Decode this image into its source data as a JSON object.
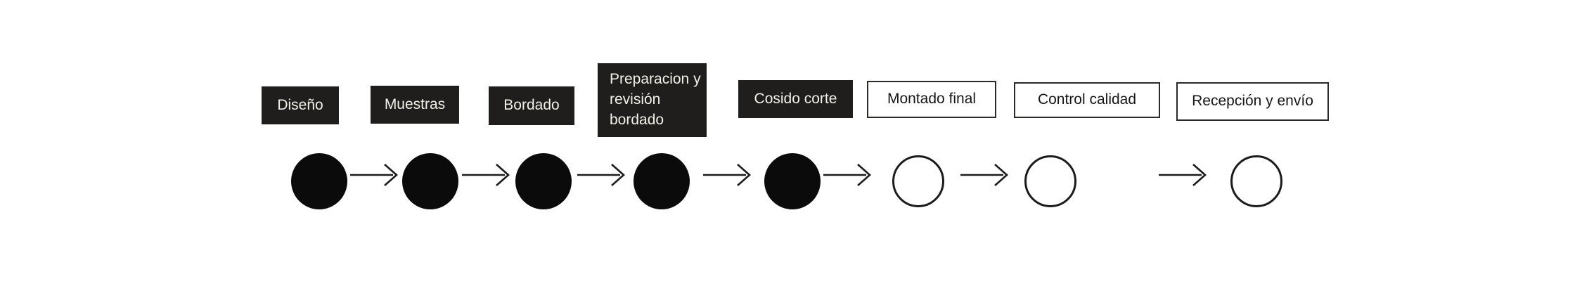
{
  "diagram": {
    "type": "process-flow",
    "direction": "left-to-right",
    "colors": {
      "completed_box_bg": "#201e1c",
      "completed_box_text": "#f2f0e9",
      "pending_box_bg": "#ffffff",
      "pending_box_border": "#2a2a28",
      "pending_box_text": "#161616",
      "completed_node_fill": "#0b0b0b",
      "pending_node_border": "#1c1c1c",
      "arrow": "#1c1c1c",
      "canvas_bg": "#ffffff"
    },
    "stages": [
      {
        "label": "Diseño",
        "completed": true
      },
      {
        "label": "Muestras",
        "completed": true
      },
      {
        "label": "Bordado",
        "completed": true
      },
      {
        "label": "Preparacion y revisión bordado",
        "completed": true
      },
      {
        "label": "Cosido corte",
        "completed": true
      },
      {
        "label": "Montado final",
        "completed": false
      },
      {
        "label": "Control calidad",
        "completed": false
      },
      {
        "label": "Recepción y envío",
        "completed": false
      }
    ]
  }
}
